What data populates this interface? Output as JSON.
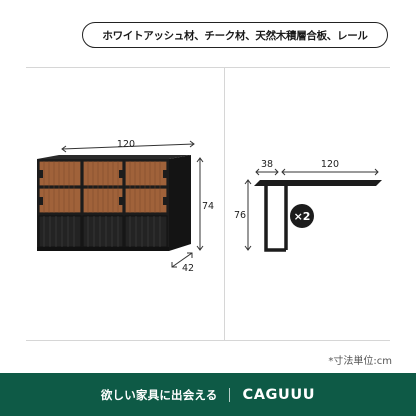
{
  "materials": "ホワイトアッシュ材、チーク材、天然木積層合板、レール",
  "dresser": {
    "width": "120",
    "height": "74",
    "depth": "42"
  },
  "desk": {
    "leg_depth": "38",
    "top_width": "120",
    "height": "76",
    "quantity_badge": "×2"
  },
  "unit_note": "*寸法単位:cm",
  "footer": {
    "tagline": "欲しい家具に出会える",
    "logo": "CAGUUU"
  },
  "colors": {
    "brand_green": "#0e5a46",
    "wood": "#a0623a",
    "frame": "#1c1c1c"
  }
}
